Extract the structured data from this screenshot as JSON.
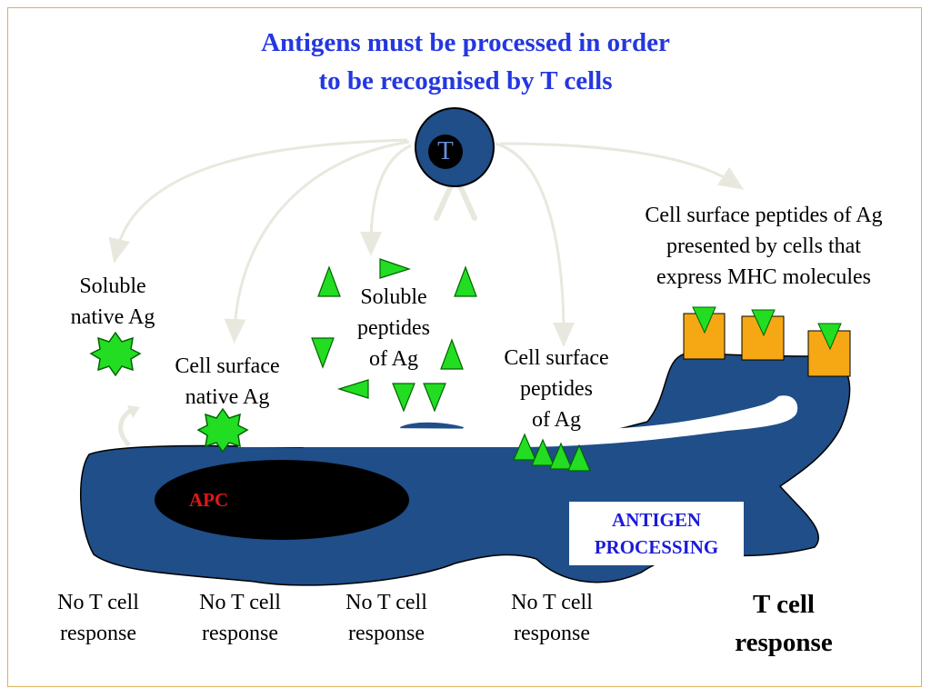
{
  "title": {
    "line1": "Antigens must be processed in order",
    "line2": "to be recognised by T cells"
  },
  "t_cell": {
    "label": "T"
  },
  "apc": {
    "label": "APC"
  },
  "processing_box": {
    "line1": "ANTIGEN",
    "line2": "PROCESSING"
  },
  "antigen_forms": [
    {
      "line1": "Soluble",
      "line2": "native Ag"
    },
    {
      "line1": "Cell surface",
      "line2": "native Ag"
    },
    {
      "line1": "Soluble",
      "line2": "peptides",
      "line3": "of Ag"
    },
    {
      "line1": "Cell surface",
      "line2": "peptides",
      "line3": "of Ag"
    },
    {
      "line1": "Cell surface peptides of Ag",
      "line2": "presented by cells that",
      "line3": "express MHC molecules"
    }
  ],
  "responses": [
    {
      "line1": "No T cell",
      "line2": "response"
    },
    {
      "line1": "No T cell",
      "line2": "response"
    },
    {
      "line1": "No T cell",
      "line2": "response"
    },
    {
      "line1": "No T cell",
      "line2": "response"
    },
    {
      "line1": "T cell",
      "line2": "response"
    }
  ],
  "colors": {
    "title": "#2437e0",
    "apc_cell": "#1f4e89",
    "nucleus": "#000000",
    "antigen": "#22dd22",
    "mhc": "#f5a814",
    "arrows": "#e8e8de",
    "apc_label": "#e01818",
    "processing_text": "#1b1bd8"
  },
  "icons": [
    "t-cell-icon",
    "apc-cell-icon",
    "mhc-molecule-icon",
    "antigen-star-icon",
    "peptide-triangle-icon",
    "curved-arrow-icon"
  ]
}
